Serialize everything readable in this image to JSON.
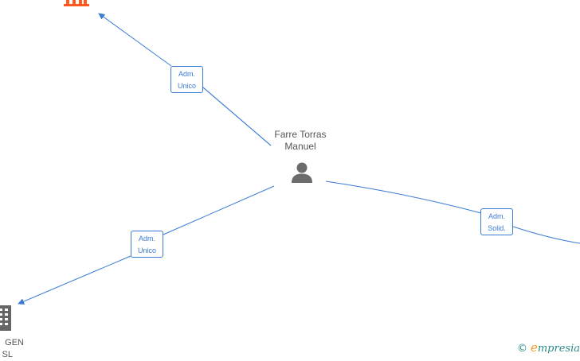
{
  "center_node": {
    "name_line1": "Farre Torras",
    "name_line2": "Manuel",
    "icon": "person-icon"
  },
  "companies": {
    "top": {
      "icon": "building-icon",
      "color": "#ff5a1f"
    },
    "bottom_left": {
      "name_line1": "GEN",
      "name_line2": "SL",
      "icon": "building-icon",
      "color": "#666666"
    }
  },
  "edges": [
    {
      "id": "top",
      "role_line1": "Adm.",
      "role_line2": "Unico"
    },
    {
      "id": "bottom_left",
      "role_line1": "Adm.",
      "role_line2": "Unico"
    },
    {
      "id": "right",
      "role_line1": "Adm.",
      "role_line2": "Solid."
    }
  ],
  "colors": {
    "edge": "#3a7bd5",
    "label_text": "#555555"
  },
  "watermark": {
    "copyright": "©",
    "brand_initial": "e",
    "brand_rest": "mpresia"
  }
}
